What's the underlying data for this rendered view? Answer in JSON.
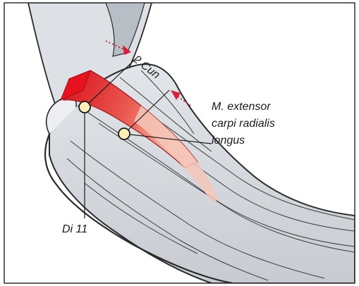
{
  "labels": {
    "distance": "2 Cun",
    "muscle_line1": "M. extensor",
    "muscle_line2": "carpi radialis",
    "muscle_line3": "longus",
    "point": "Di 11"
  },
  "colors": {
    "frame": "#222222",
    "muscle_red": "#e0202a",
    "muscle_light": "#f0a898",
    "arrow_red": "#d6203a",
    "point_fill": "#fdf0b8",
    "skin_shadow": "#c9cdd3",
    "outline": "#2a2a2a"
  }
}
